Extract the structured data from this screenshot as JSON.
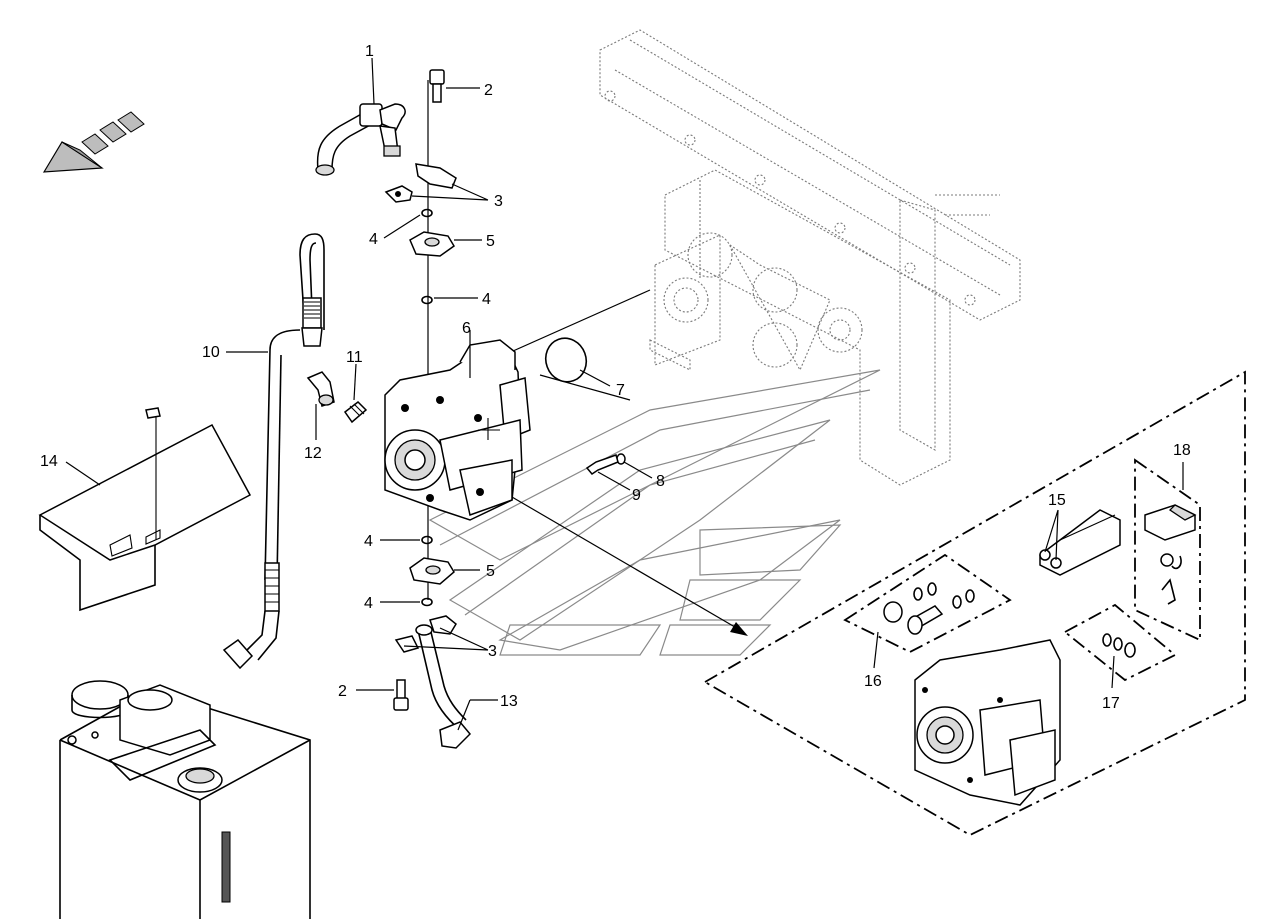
{
  "diagram": {
    "callouts": [
      {
        "id": "c1",
        "text": "1"
      },
      {
        "id": "c2a",
        "text": "2"
      },
      {
        "id": "c3a",
        "text": "3"
      },
      {
        "id": "c4a",
        "text": "4"
      },
      {
        "id": "c5a",
        "text": "5"
      },
      {
        "id": "c4b",
        "text": "4"
      },
      {
        "id": "c6",
        "text": "6"
      },
      {
        "id": "c7",
        "text": "7"
      },
      {
        "id": "c8",
        "text": "8"
      },
      {
        "id": "c9",
        "text": "9"
      },
      {
        "id": "c10",
        "text": "10"
      },
      {
        "id": "c11",
        "text": "11"
      },
      {
        "id": "c12",
        "text": "12"
      },
      {
        "id": "c13",
        "text": "13"
      },
      {
        "id": "c14",
        "text": "14"
      },
      {
        "id": "c15",
        "text": "15"
      },
      {
        "id": "c16",
        "text": "16"
      },
      {
        "id": "c17",
        "text": "17"
      },
      {
        "id": "c18",
        "text": "18"
      },
      {
        "id": "c4c",
        "text": "4"
      },
      {
        "id": "c5b",
        "text": "5"
      },
      {
        "id": "c4d",
        "text": "4"
      },
      {
        "id": "c3b",
        "text": "3"
      },
      {
        "id": "c2b",
        "text": "2"
      }
    ]
  }
}
